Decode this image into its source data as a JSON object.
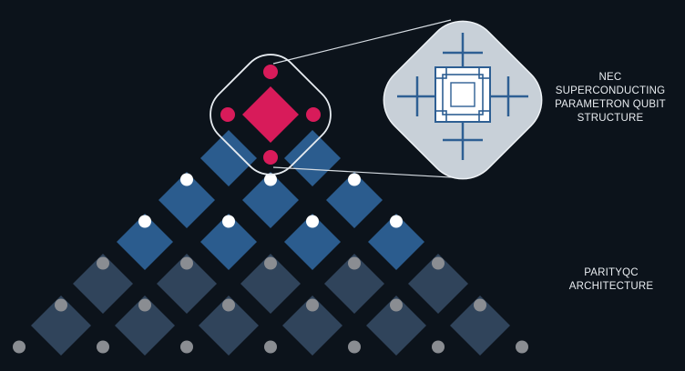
{
  "labels": {
    "nec_lines": [
      "NEC",
      "SUPERCONDUCTING",
      "PARAMETRON QUBIT",
      "STRUCTURE"
    ],
    "parity_lines": [
      "PARITYQC",
      "ARCHITECTURE"
    ]
  },
  "colors": {
    "background": "#0c131b",
    "qubit_highlight": "#d81b5a",
    "tile_bright": "#2b5c8e",
    "tile_faded": "#33475f",
    "dot_white": "#ffffff",
    "dot_grey": "#8a8d92",
    "zoom_panel": "#c8d0d8",
    "circuit_line": "#2e5f93"
  },
  "lattice": {
    "bright_rows": 4,
    "faded_rows": 2
  }
}
